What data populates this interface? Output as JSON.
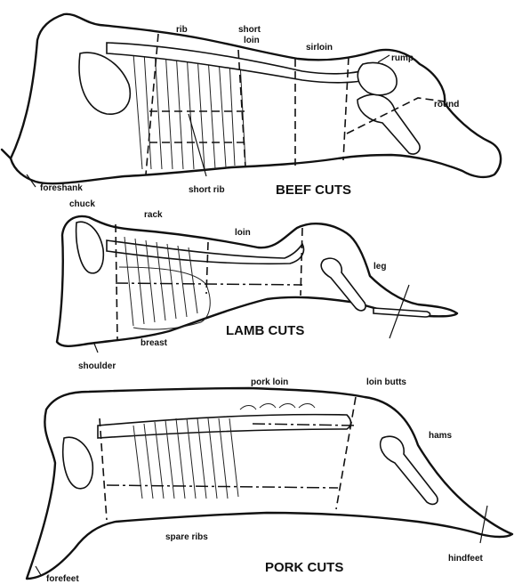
{
  "beef": {
    "title": "BEEF CUTS",
    "labels": {
      "rib": "rib",
      "short_loin_1": "short",
      "short_loin_2": "loin",
      "sirloin": "sirloin",
      "rump": "rump",
      "round": "round",
      "foreshank": "foreshank",
      "short_rib": "short rib",
      "chuck": "chuck"
    }
  },
  "lamb": {
    "title": "LAMB CUTS",
    "labels": {
      "rack": "rack",
      "loin": "loin",
      "leg": "leg",
      "breast": "breast",
      "shoulder": "shoulder"
    }
  },
  "pork": {
    "title": "PORK CUTS",
    "labels": {
      "pork_loin": "pork loin",
      "loin_butts": "loin butts",
      "hams": "hams",
      "spare_ribs": "spare ribs",
      "forefeet": "forefeet",
      "hindfeet": "hindfeet"
    }
  }
}
